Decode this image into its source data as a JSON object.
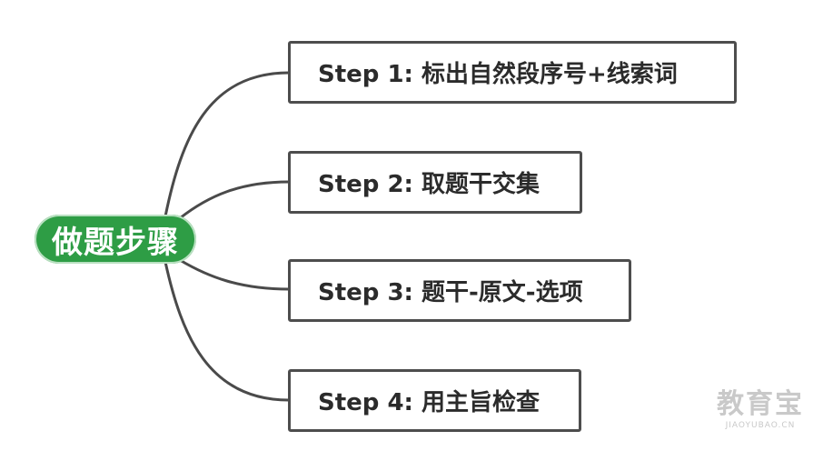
{
  "root": {
    "label": "做题步骤",
    "color": "#2e9d45"
  },
  "steps": [
    {
      "label": "Step 1: 标出自然段序号+线索词"
    },
    {
      "label": "Step 2: 取题干交集"
    },
    {
      "label": "Step 3: 题干-原文-选项"
    },
    {
      "label": "Step 4: 用主旨检查"
    }
  ],
  "watermark": {
    "main": "教育宝",
    "sub": "JIAOYUBAO.CN"
  }
}
